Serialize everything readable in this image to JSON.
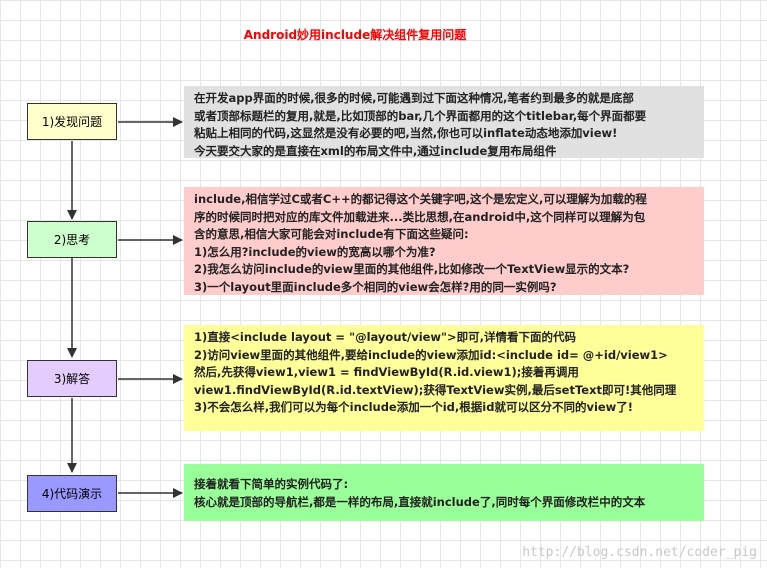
{
  "title": "Android妙用include解决组件复用问题",
  "colors": {
    "title": "#ff0000",
    "line": "#333333",
    "step1": "#ffffcc",
    "step2": "#ccffcc",
    "step3": "#e5ccff",
    "step4": "#9999ff",
    "note1": "#e1e1e1",
    "note2": "#ffcccc",
    "note3": "#ffff99",
    "note4": "#99ff99"
  },
  "steps": [
    {
      "label": "1)发现问题"
    },
    {
      "label": "2)思考"
    },
    {
      "label": "3)解答"
    },
    {
      "label": "4)代码演示"
    }
  ],
  "notes": [
    {
      "text": "在开发app界面的时候,很多的时候,可能遇到过下面这种情况,笔者约到最多的就是底部\n或者顶部标题栏的复用,就是,比如顶部的bar,几个界面都用的这个titlebar,每个界面都要\n粘贴上相同的代码,这显然是没有必要的吧,当然,你也可以inflate动态地添加view!\n今天要交大家的是直接在xml的布局文件中,通过include复用布局组件"
    },
    {
      "text": "include,相信学过C或者C++的都记得这个关键字吧,这个是宏定义,可以理解为加载的程\n序的时候同时把对应的库文件加载进来...类比思想,在android中,这个同样可以理解为包\n含的意思,相信大家可能会对include有下面这些疑问:\n1)怎么用?include的view的宽高以哪个为准?\n2)我怎么访问include的view里面的其他组件,比如修改一个TextView显示的文本?\n3)一个layout里面include多个相同的view会怎样?用的同一实例吗?"
    },
    {
      "text": "1)直接<include layout = \"@layout/view\">即可,详情看下面的代码\n2)访问view里面的其他组件,要给include的view添加id:<include id= @+id/view1>\n然后,先获得view1,view1 = findViewById(R.id.view1);接着再调用\nview1.findViewById(R.id.textView);获得TextView实例,最后setText即可!其他同理\n3)不会怎么样,我们可以为每个include添加一个id,根据id就可以区分不同的view了!"
    },
    {
      "text": "接着就看下简单的实例代码了:\n核心就是顶部的导航栏,都是一样的布局,直接就include了,同时每个界面修改栏中的文本"
    }
  ],
  "watermark": "http://blog.csdn.net/coder_pig"
}
